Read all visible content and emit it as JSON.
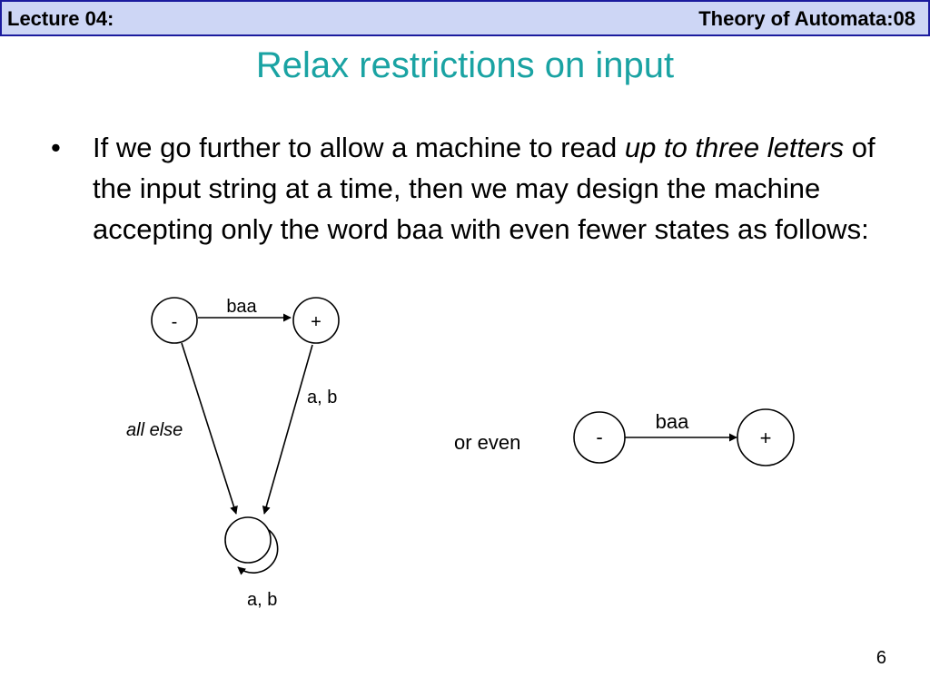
{
  "header": {
    "left": "Lecture 04:",
    "right": "Theory of Automata:08"
  },
  "slide": {
    "title": "Relax restrictions on input",
    "bullet": {
      "marker": "•",
      "text_before": "If we go further to allow a machine to read ",
      "italic": "up to three letters",
      "text_after": " of the input string at a time, then we may design the machine accepting only the word baa with even fewer states as follows:"
    }
  },
  "diagram": {
    "machine1": {
      "start_state": "-",
      "final_state": "+",
      "edge_start_final": "baa",
      "edge_final_trap": "a, b",
      "edge_start_trap": "all else",
      "edge_trap_loop": "a, b"
    },
    "connector": "or even",
    "machine2": {
      "start_state": "-",
      "final_state": "+",
      "edge_start_final": "baa"
    }
  },
  "footer": {
    "page_number": "6"
  }
}
